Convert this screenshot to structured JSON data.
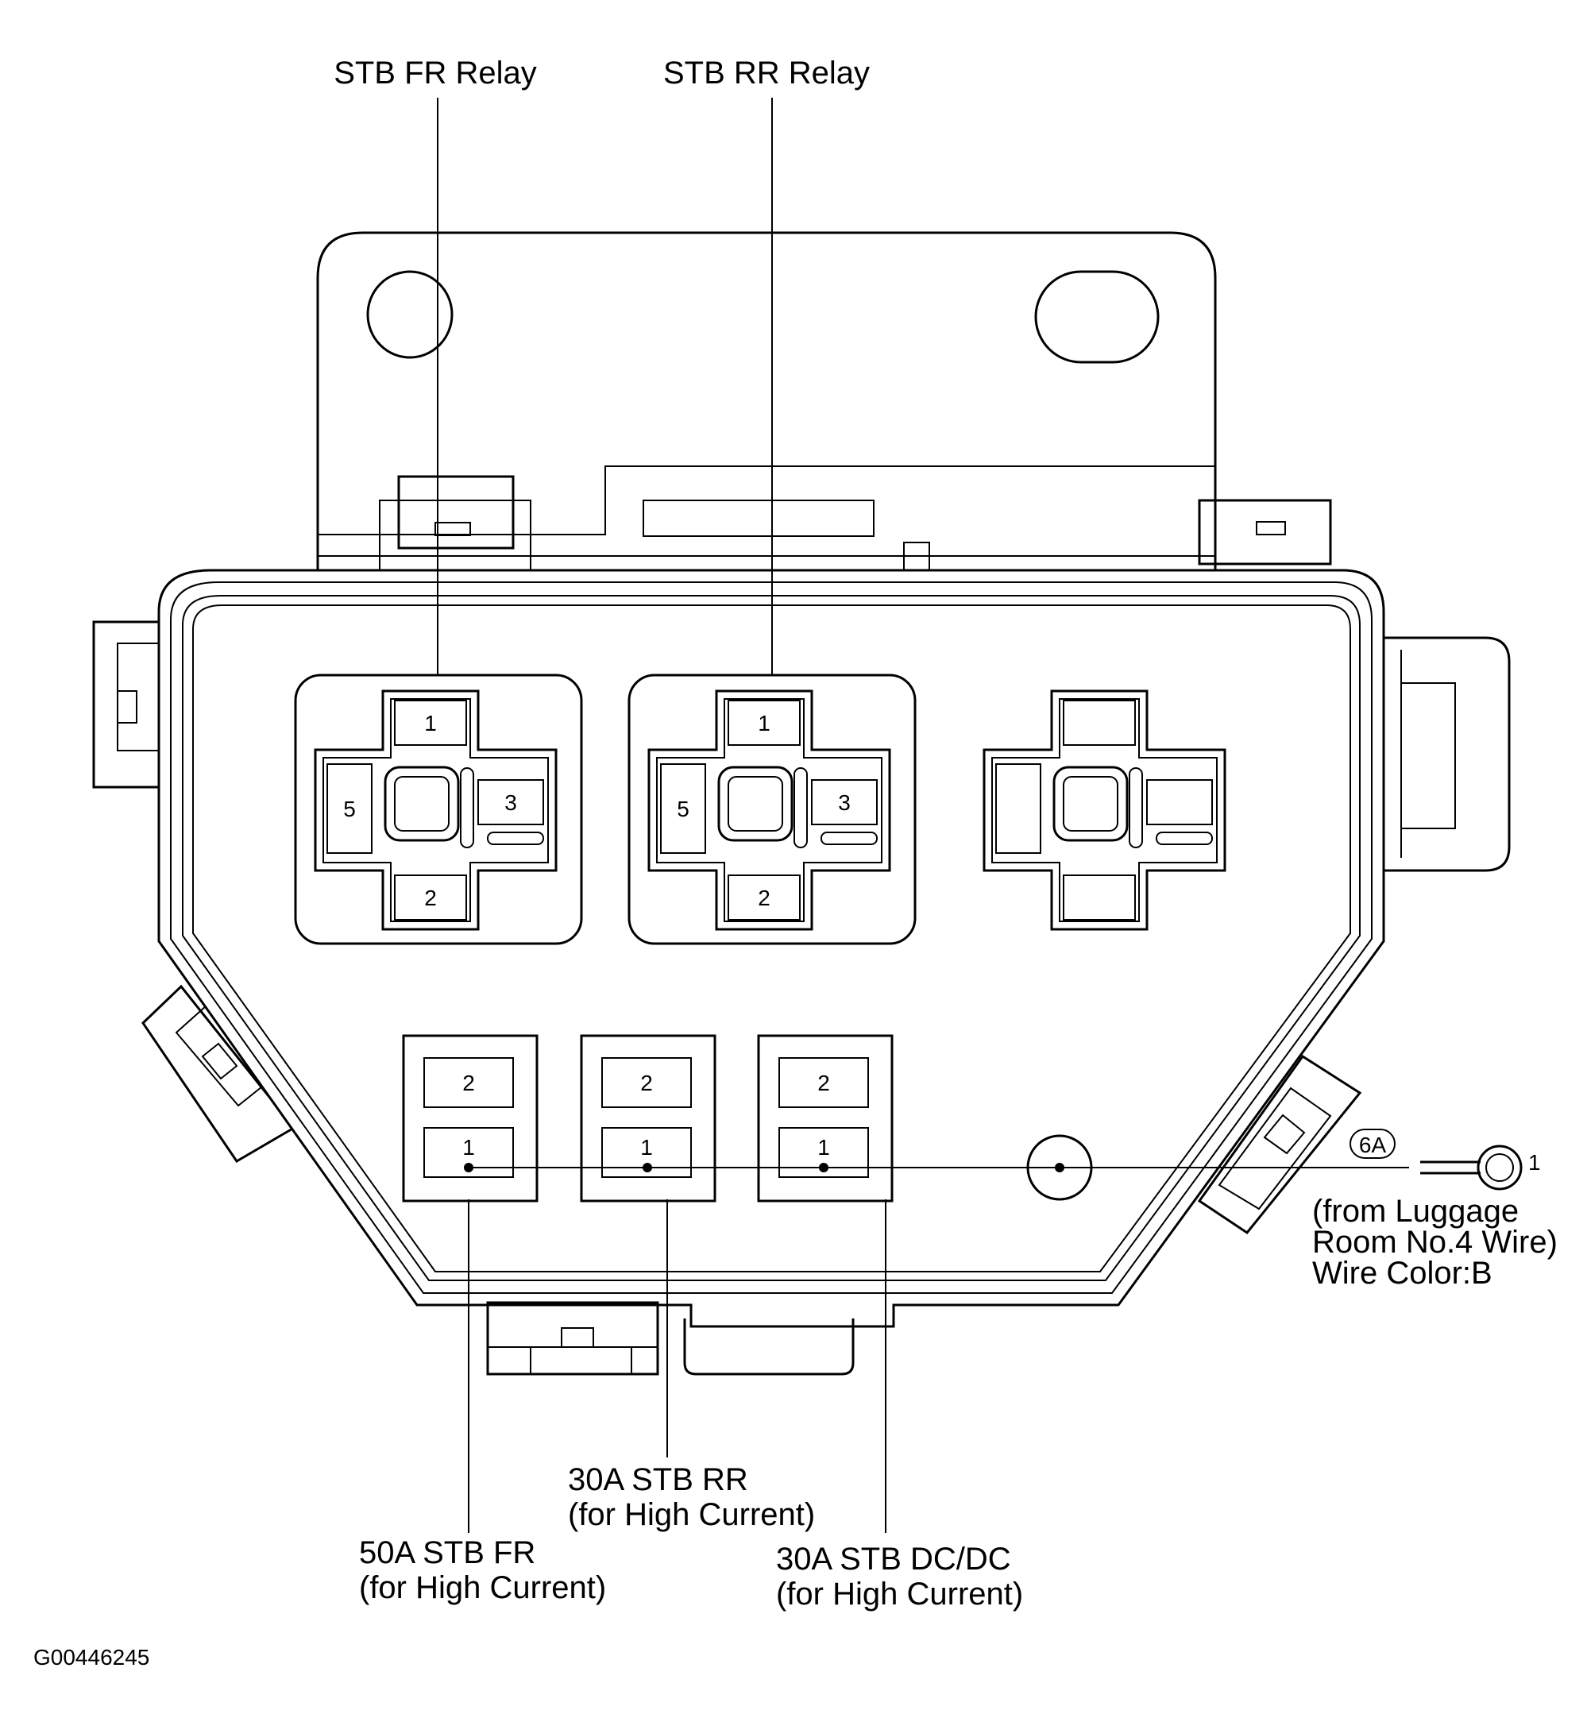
{
  "labels": {
    "stb_fr_relay": "STB FR Relay",
    "stb_rr_relay": "STB RR Relay",
    "fuse_fr_line1": "50A STB FR",
    "fuse_fr_line2": "(for High Current)",
    "fuse_rr_line1": "30A STB RR",
    "fuse_rr_line2": "(for High Current)",
    "fuse_dcdc_line1": "30A STB DC/DC",
    "fuse_dcdc_line2": "(for High Current)",
    "connector_code": "6A",
    "terminal_number": "1",
    "wire_from_line1": "(from Luggage",
    "wire_from_line2": "Room No.4 Wire)",
    "wire_color": "Wire Color:B",
    "figure_id": "G00446245"
  },
  "relays": [
    {
      "top": "1",
      "left": "5",
      "right": "3",
      "bottom": "2"
    },
    {
      "top": "1",
      "left": "5",
      "right": "3",
      "bottom": "2"
    },
    {
      "top": "",
      "left": "",
      "right": "",
      "bottom": ""
    }
  ],
  "fuses": [
    {
      "upper": "2",
      "lower": "1"
    },
    {
      "upper": "2",
      "lower": "1"
    },
    {
      "upper": "2",
      "lower": "1"
    }
  ]
}
